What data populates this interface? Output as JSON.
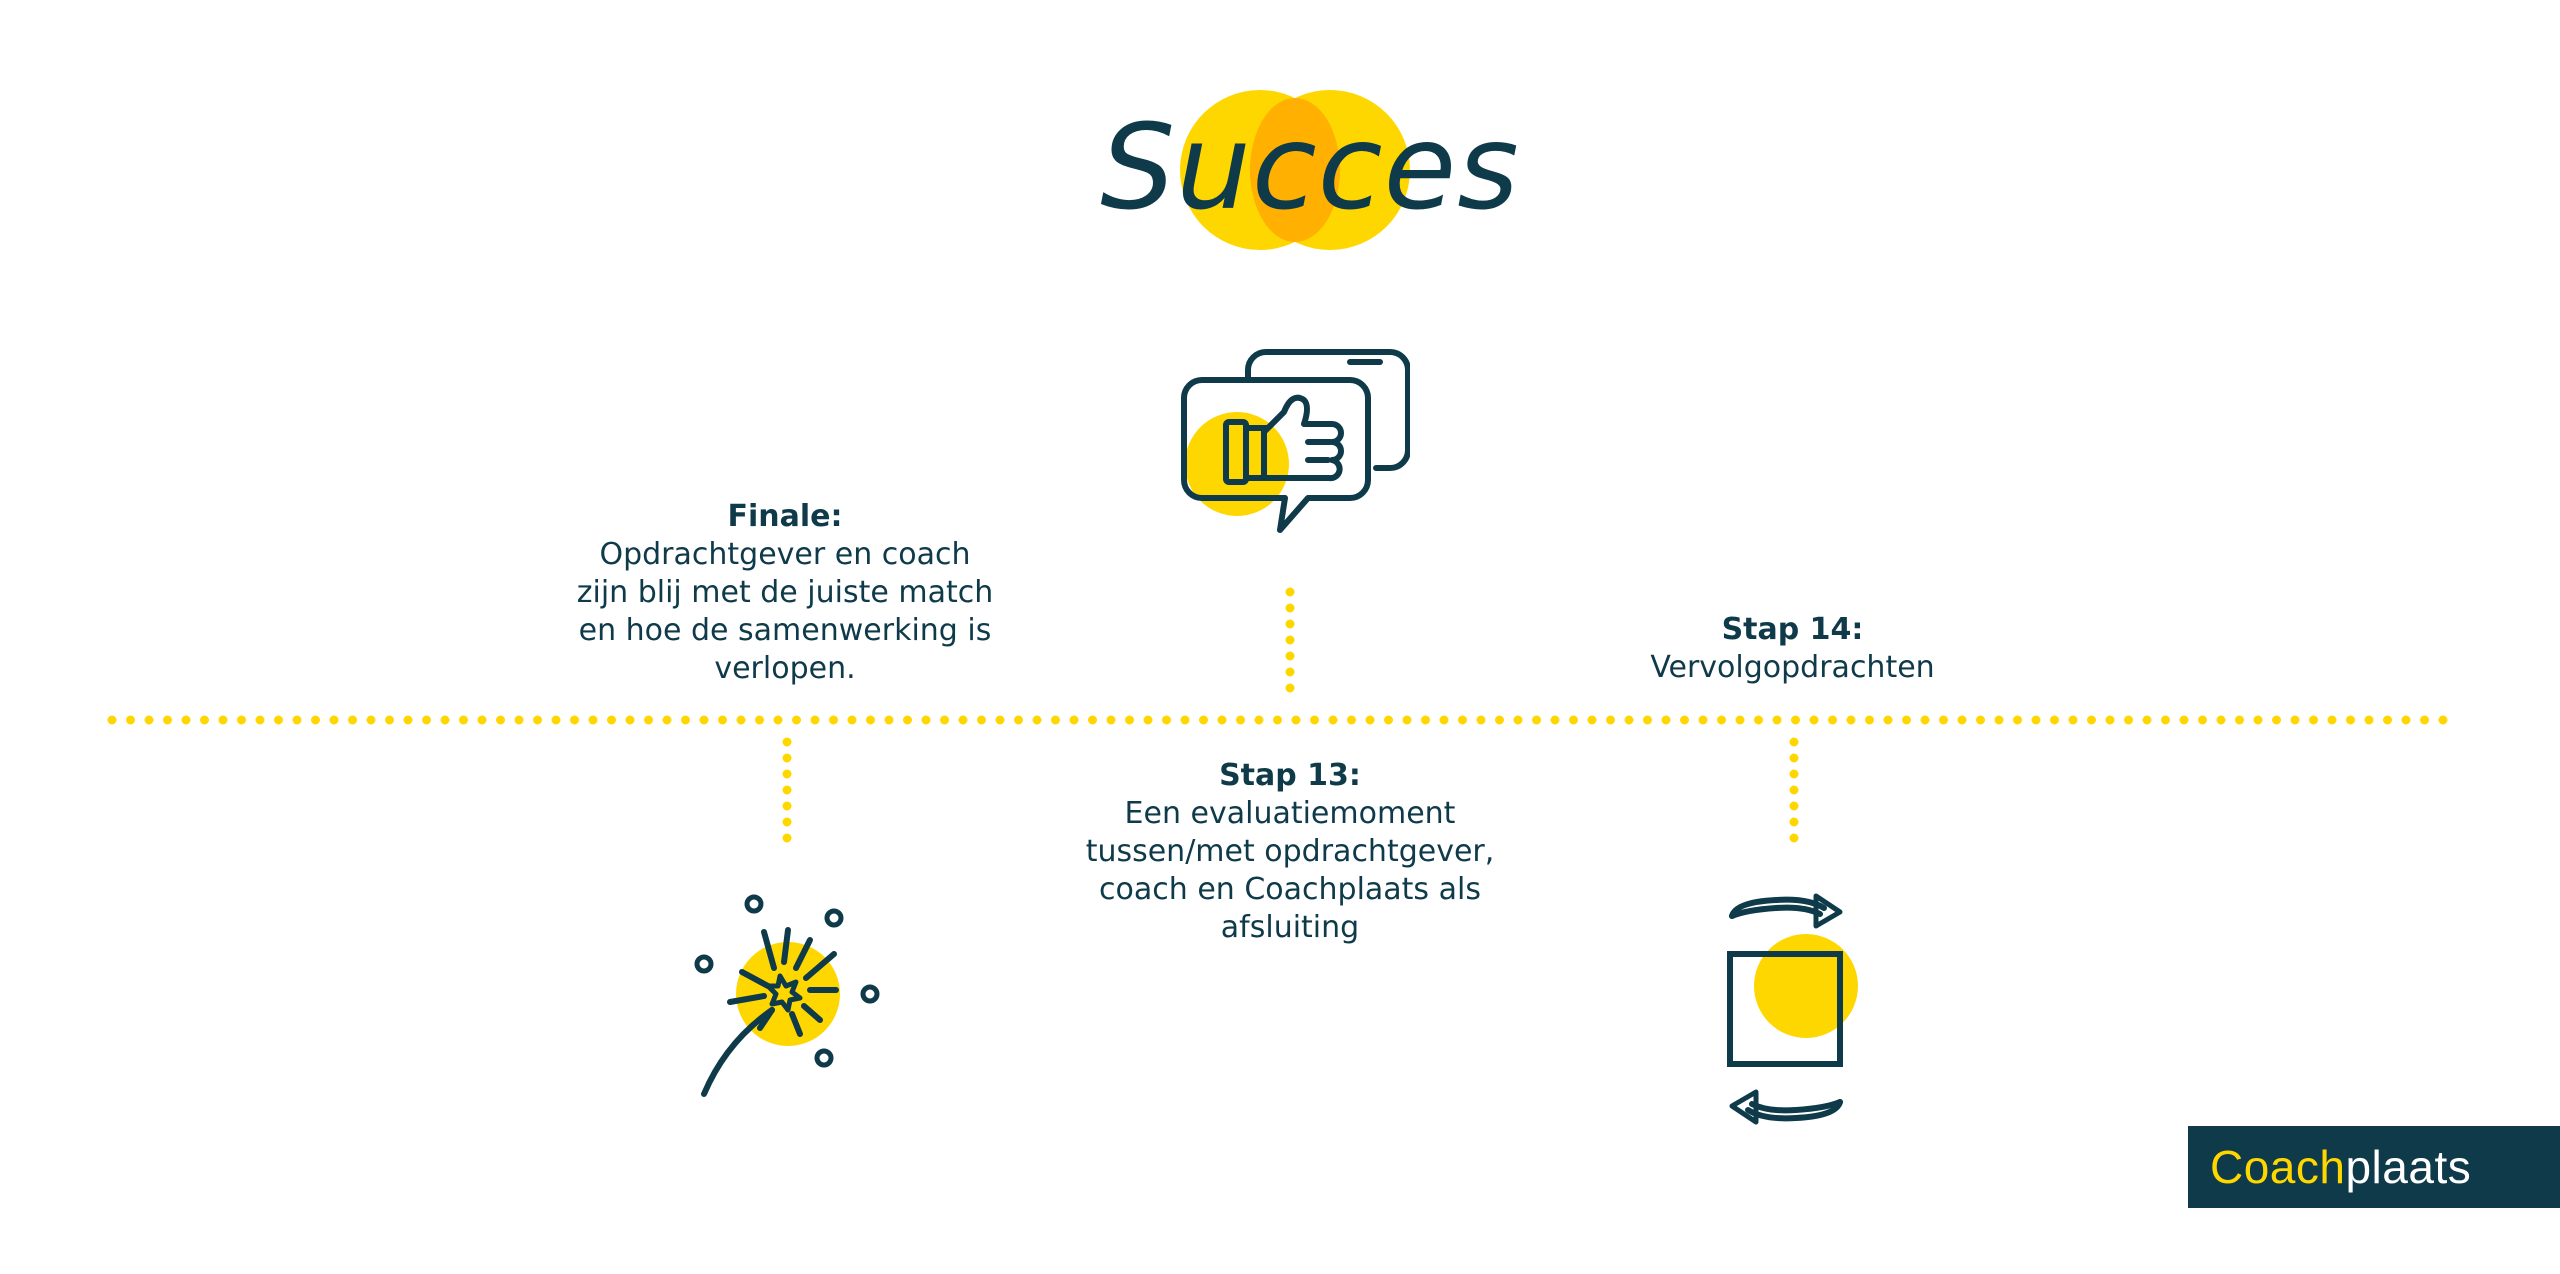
{
  "title": "Succes",
  "colors": {
    "accent_yellow": "#ffd700",
    "accent_orange": "#ffb000",
    "navy": "#0f3a4a",
    "background": "#ffffff"
  },
  "steps": {
    "finale": {
      "heading": "Finale:",
      "body": "Opdrachtgever en coach\nzijn blij met de juiste match\nen hoe de  samenwerking is\nverlopen.",
      "icon": "sparkler-icon"
    },
    "stap13": {
      "heading": "Stap 13:",
      "body": "Een evaluatiemoment\ntussen/met opdrachtgever,\ncoach en Coachplaats als\nafsluiting",
      "icon": "thumbs-up-chat-icon"
    },
    "stap14": {
      "heading": "Stap 14:",
      "body": "Vervolgopdrachten",
      "icon": "repeat-cycle-icon"
    }
  },
  "logo": {
    "part1": "Coach",
    "part2": "plaats"
  }
}
